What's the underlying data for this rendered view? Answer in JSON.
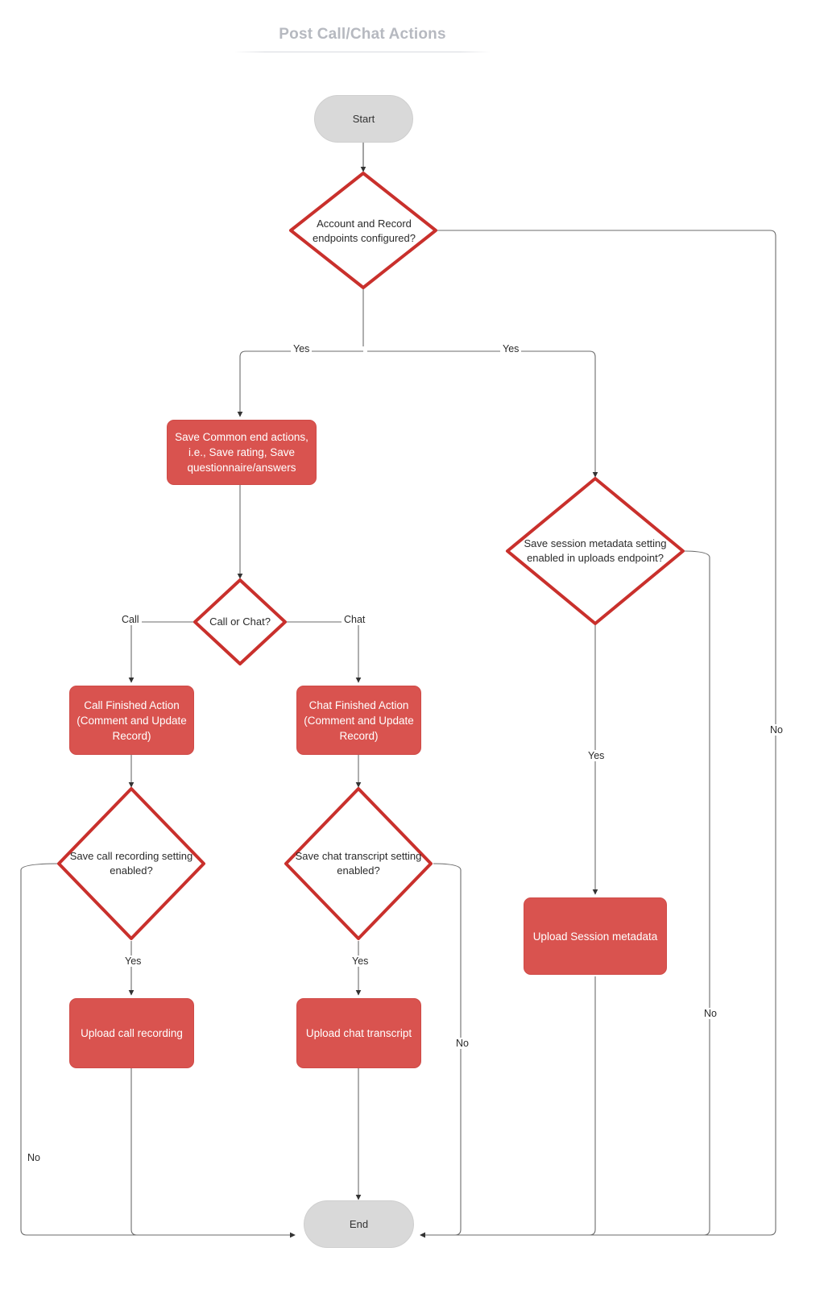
{
  "diagram": {
    "title": "Post Call/Chat Actions",
    "colors": {
      "process_fill": "#d9534f",
      "decision_stroke": "#c9302c",
      "terminator_fill": "#d9d9d9",
      "connector": "#555555",
      "title_text": "#b6b9c0"
    },
    "nodes": [
      {
        "id": "start",
        "type": "terminator",
        "label": "Start"
      },
      {
        "id": "endpoints",
        "type": "decision",
        "label": "Account and Record endpoints configured?"
      },
      {
        "id": "common-actions",
        "type": "process",
        "label": "Save Common end actions, i.e., Save rating, Save questionnaire/answers"
      },
      {
        "id": "call-or-chat",
        "type": "decision",
        "label": "Call or Chat?"
      },
      {
        "id": "call-finished",
        "type": "process",
        "label": "Call Finished Action (Comment and Update Record)"
      },
      {
        "id": "chat-finished",
        "type": "process",
        "label": "Chat Finished Action (Comment and Update Record)"
      },
      {
        "id": "save-call-rec",
        "type": "decision",
        "label": "Save call recording setting enabled?"
      },
      {
        "id": "save-chat-tr",
        "type": "decision",
        "label": "Save chat transcript setting enabled?"
      },
      {
        "id": "upload-call-rec",
        "type": "process",
        "label": "Upload call recording"
      },
      {
        "id": "upload-chat-tr",
        "type": "process",
        "label": "Upload chat transcript"
      },
      {
        "id": "session-meta",
        "type": "decision",
        "label": "Save session metadata setting enabled in uploads endpoint?"
      },
      {
        "id": "upload-session",
        "type": "process",
        "label": "Upload Session metadata"
      },
      {
        "id": "end",
        "type": "terminator",
        "label": "End"
      }
    ],
    "edge_labels": {
      "endpoints_yes_left": "Yes",
      "endpoints_yes_right": "Yes",
      "endpoints_no": "No",
      "branch_call": "Call",
      "branch_chat": "Chat",
      "call_rec_yes": "Yes",
      "call_rec_no": "No",
      "chat_tr_yes": "Yes",
      "chat_tr_no": "No",
      "session_meta_yes": "Yes",
      "session_meta_no": "No"
    }
  }
}
